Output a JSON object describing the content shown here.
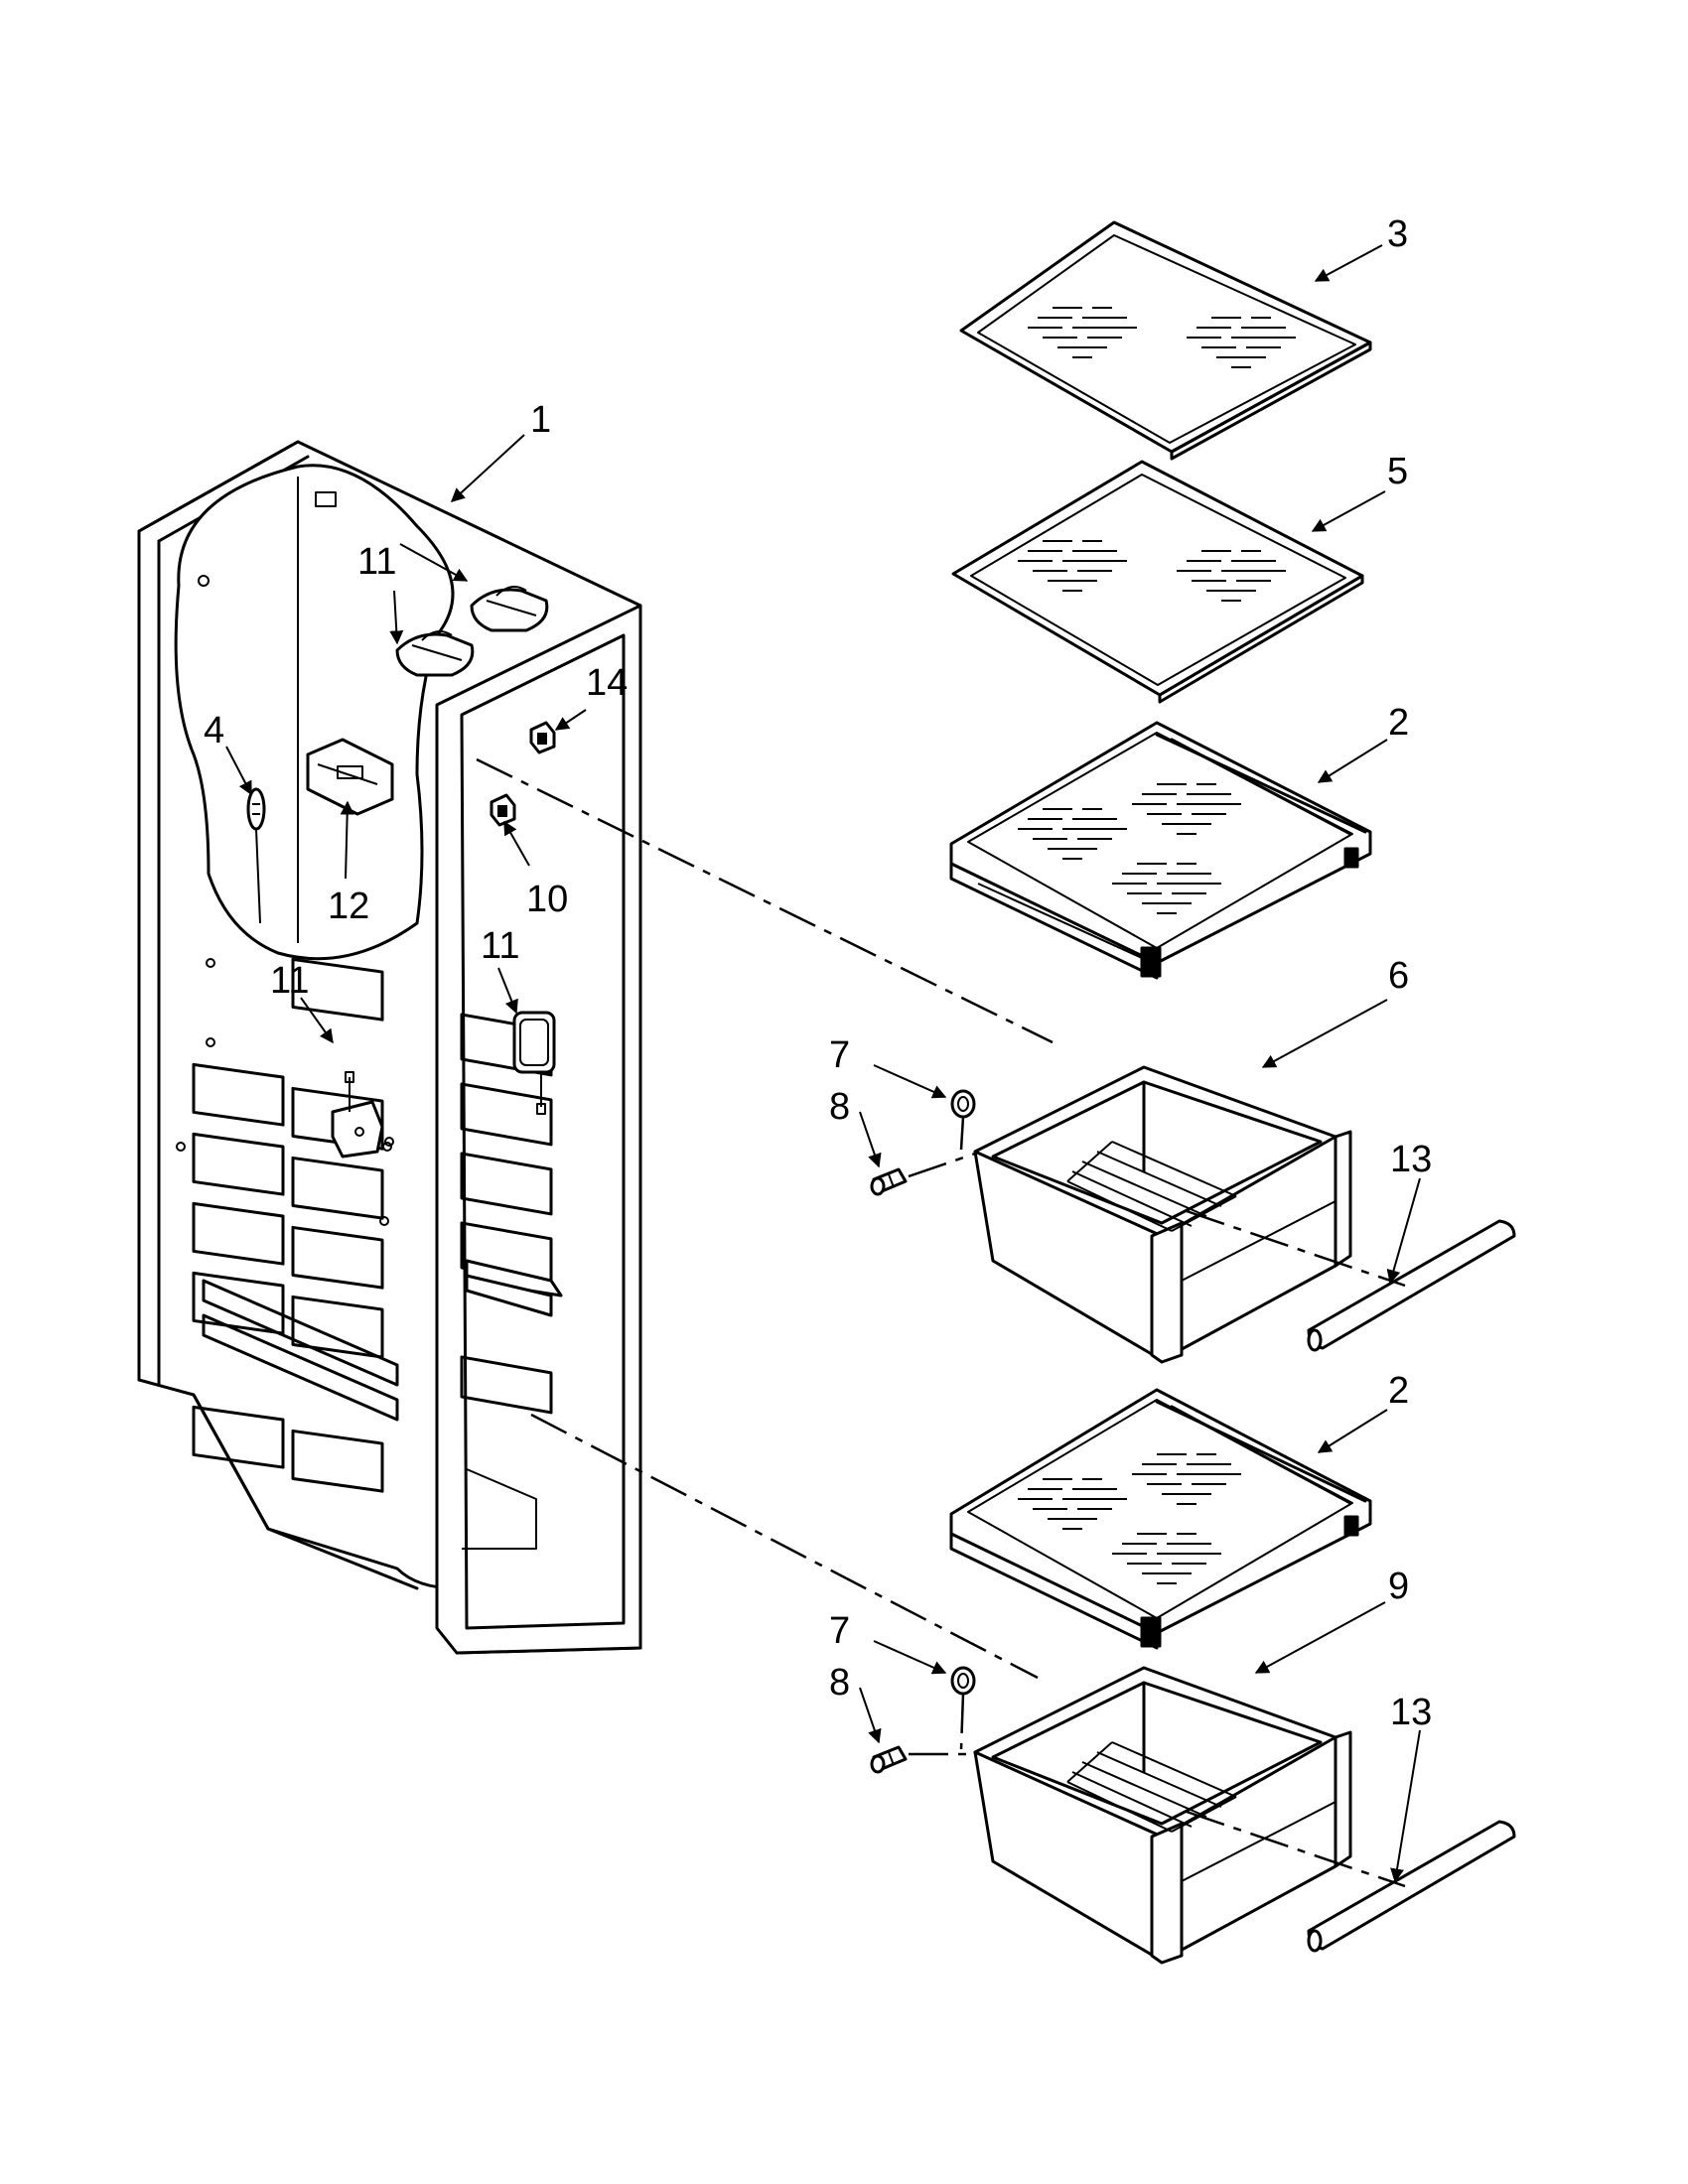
{
  "diagram": {
    "callouts": {
      "c1": "1",
      "c2a": "2",
      "c2b": "2",
      "c3": "3",
      "c4": "4",
      "c5": "5",
      "c6": "6",
      "c7a": "7",
      "c7b": "7",
      "c8a": "8",
      "c8b": "8",
      "c9": "9",
      "c10": "10",
      "c11a": "11",
      "c11b": "11",
      "c11c": "11",
      "c12": "12",
      "c13a": "13",
      "c13b": "13",
      "c14": "14"
    }
  }
}
